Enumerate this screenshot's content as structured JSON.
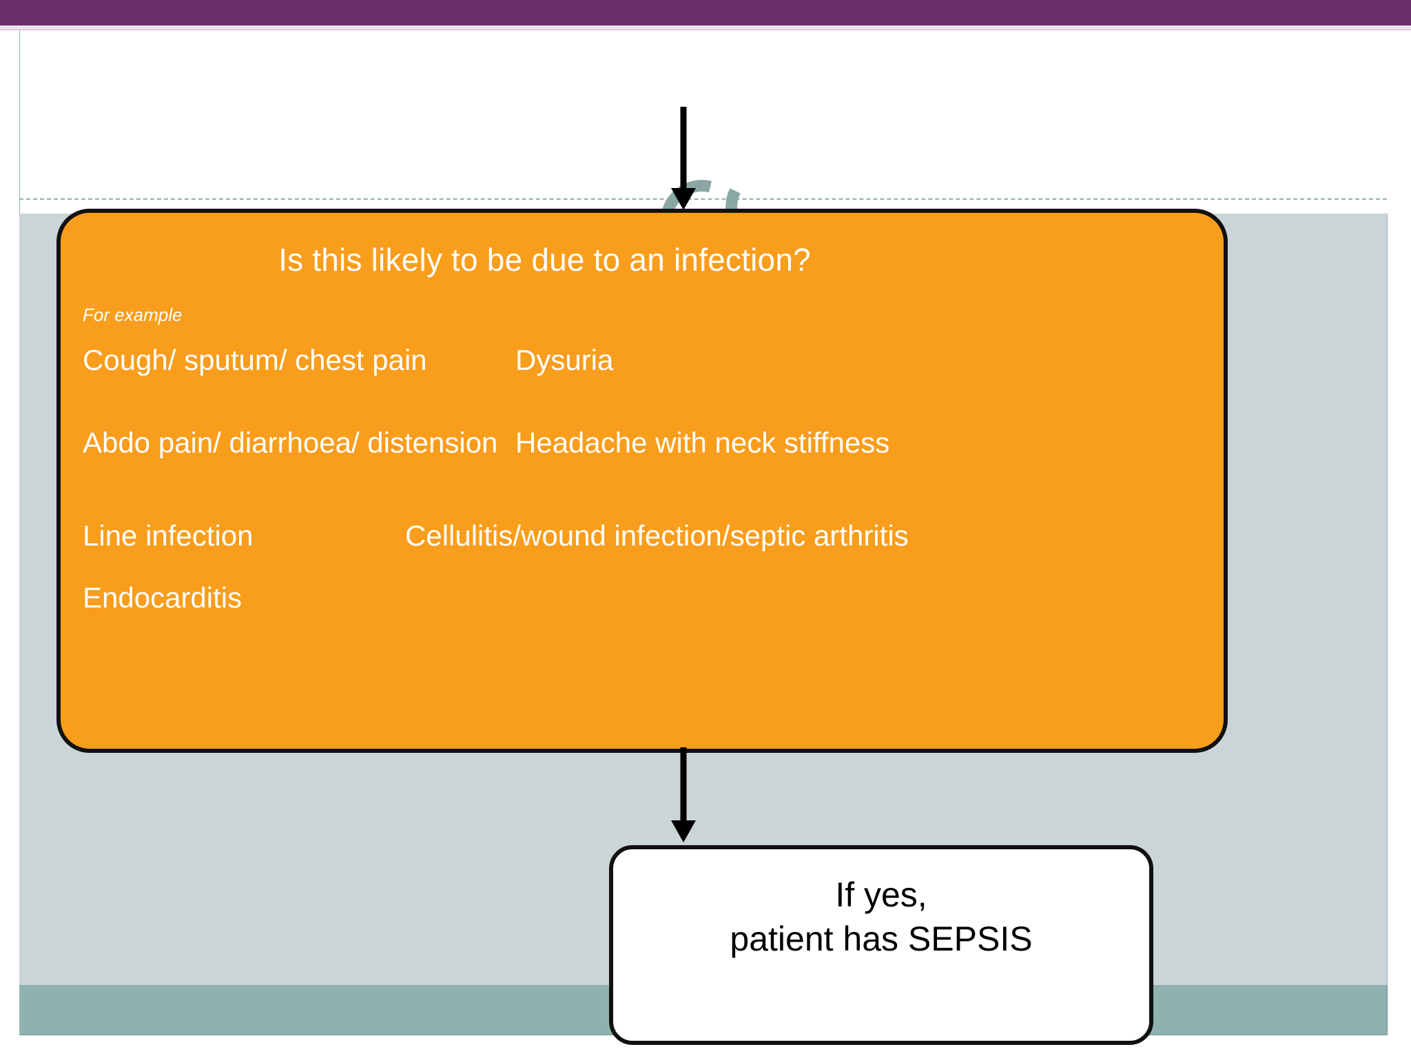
{
  "slide": {
    "banner_color": "#6B2D6B",
    "band_grey_color": "#CBD5D7",
    "band_teal_color": "#8FB2AE",
    "accent_orange": "#F99D1C"
  },
  "decision_box": {
    "title": "Is this likely to be due to an infection?",
    "example_label": "For example",
    "rows": [
      {
        "left": "Cough/ sputum/ chest pain",
        "right": "Dysuria"
      },
      {
        "left": "Abdo pain/ diarrhoea/ distension",
        "right": "Headache with neck stiffness"
      },
      {
        "left": "Line infection",
        "right": "Cellulitis/wound infection/septic arthritis"
      },
      {
        "left": "Endocarditis",
        "right": ""
      }
    ]
  },
  "outcome_box": {
    "line1": "If yes,",
    "line2": "patient has SEPSIS"
  },
  "decorations": {
    "arrow_top": "down-arrow-icon",
    "arrow_mid": "down-arrow-icon",
    "swoosh": "teal-arc-decoration",
    "dashed_guide": "dashed-guide-line"
  }
}
